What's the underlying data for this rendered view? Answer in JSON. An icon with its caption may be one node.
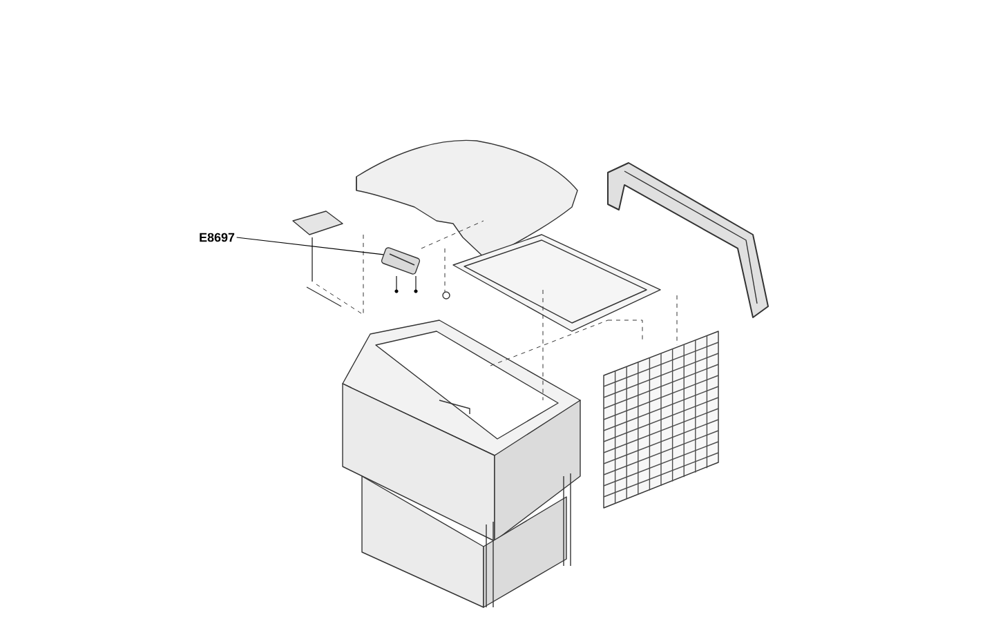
{
  "diagram": {
    "nodes": [
      {
        "text": [
          "E8697"
        ]
      },
      {
        "text": [],
        "shape": "picture"
      }
    ],
    "edges": [
      {
        "from": 0,
        "to": 1,
        "arrow": "none"
      }
    ]
  }
}
